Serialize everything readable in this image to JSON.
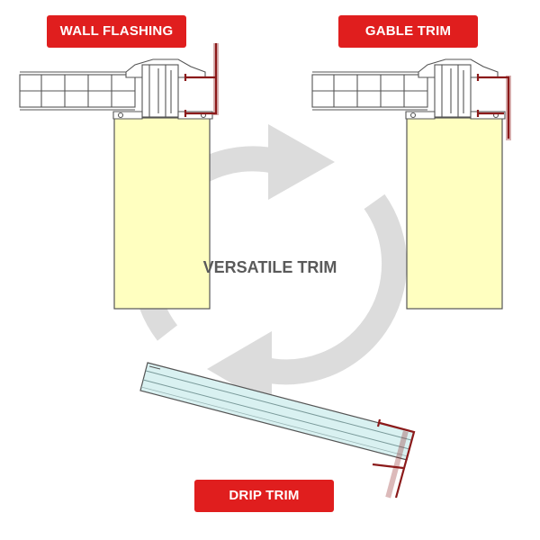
{
  "labels": {
    "wall_flashing": "WALL FLASHING",
    "gable_trim": "GABLE TRIM",
    "drip_trim": "DRIP TRIM",
    "center": "VERSATILE TRIM"
  },
  "colors": {
    "badge_red": "#e01e1e",
    "trim_red": "#8b1a1a",
    "beam_fill": "#ffffc0",
    "profile_stroke": "#555555",
    "sheet_fill": "#d9f1f1",
    "cycle_arrow": "#dcdcdc",
    "center_text": "#5a5a5a"
  }
}
